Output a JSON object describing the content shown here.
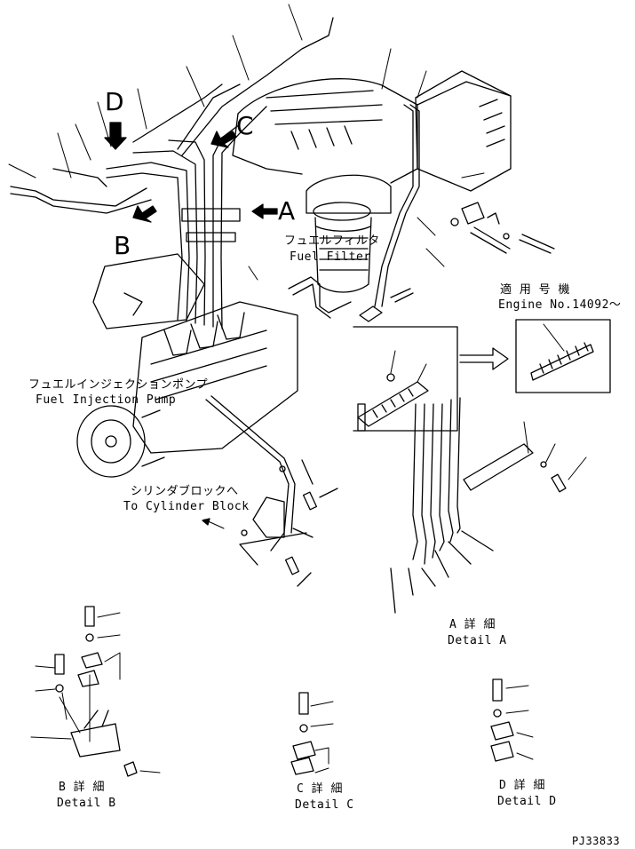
{
  "callouts": {
    "a": "A",
    "b": "B",
    "c": "C",
    "d": "D"
  },
  "labels": {
    "fuel_filter_jp": "フュエルフィルタ",
    "fuel_filter_en": "Fuel Filter",
    "injection_pump_jp": "フュエルインジェクションポンプ",
    "injection_pump_en": "Fuel Injection Pump",
    "cylinder_block_jp": "シリンダブロックへ",
    "cylinder_block_en": "To Cylinder Block",
    "applicable_jp": "適 用 号 機",
    "applicable_en": "Engine No.14092～"
  },
  "details": {
    "a_jp": "A 詳 細",
    "a_en": "Detail A",
    "b_jp": "B 詳 細",
    "b_en": "Detail B",
    "c_jp": "C 詳 細",
    "c_en": "Detail C",
    "d_jp": "D 詳 細",
    "d_en": "Detail D"
  },
  "drawing_code": "PJ33833",
  "colors": {
    "ink": "#000000",
    "paper": "#ffffff"
  }
}
